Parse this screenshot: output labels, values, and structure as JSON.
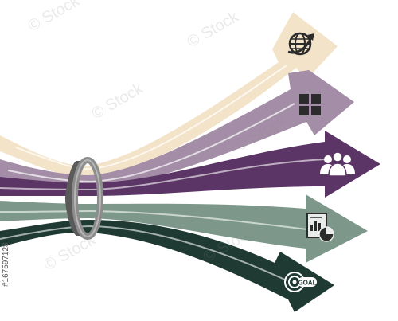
{
  "diagram": {
    "arrows": [
      {
        "id": "global",
        "color": "#f3e3c8",
        "icon": "globe-arrow-icon"
      },
      {
        "id": "grid",
        "color": "#a48ea7",
        "icon": "grid-icon"
      },
      {
        "id": "team",
        "color": "#5b3565",
        "icon": "people-icon"
      },
      {
        "id": "report",
        "color": "#7e978b",
        "icon": "report-chart-icon"
      },
      {
        "id": "goal",
        "color": "#1f3a33",
        "icon": "goal-target-icon"
      }
    ],
    "goal_label": "GOAL",
    "ring_color": "#8c8c8c"
  },
  "watermark": {
    "text": "© Stock",
    "side_id": "#167597128"
  }
}
